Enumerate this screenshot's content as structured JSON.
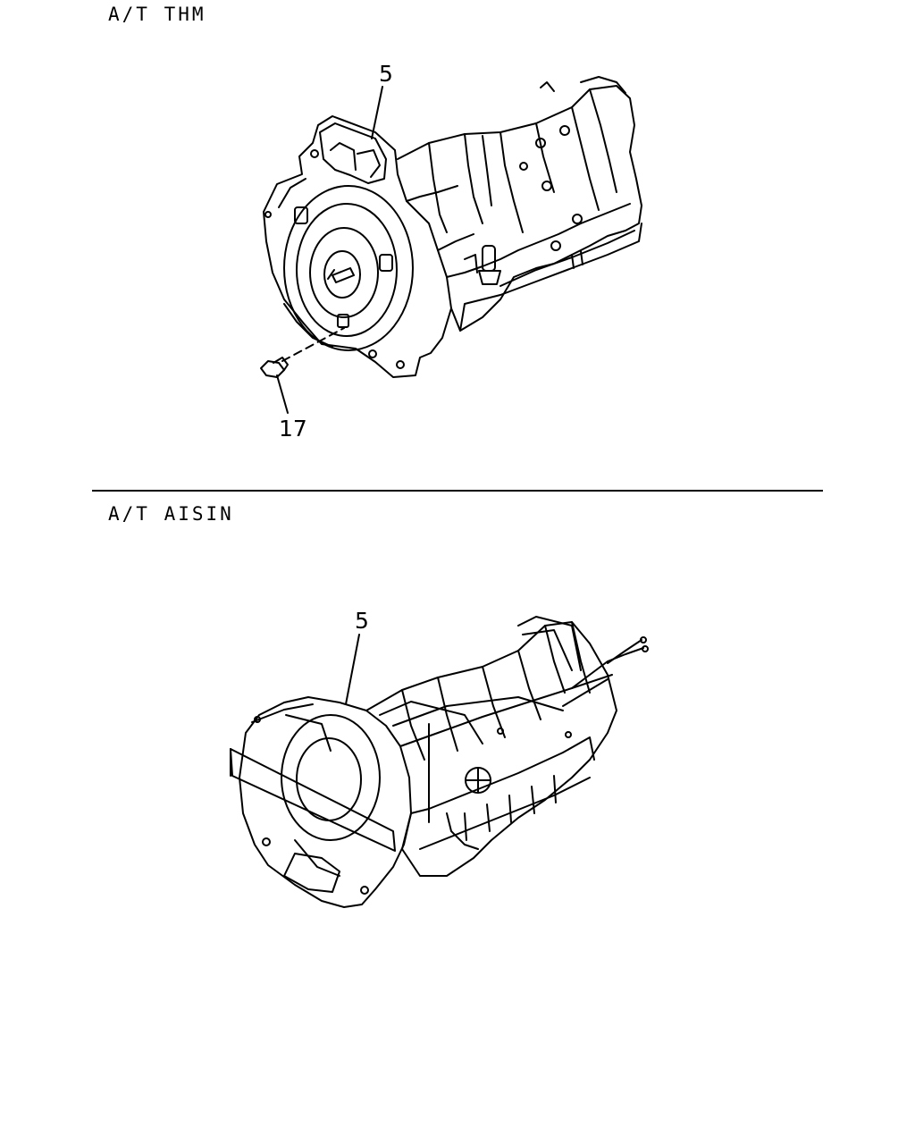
{
  "sections": [
    {
      "title": "A/T THM",
      "callouts": [
        {
          "number": "5",
          "part": "transmission-assembly"
        },
        {
          "number": "17",
          "part": "bolt"
        }
      ]
    },
    {
      "title": "A/T AISIN",
      "callouts": [
        {
          "number": "5",
          "part": "transmission-assembly"
        }
      ]
    }
  ],
  "colors": {
    "line": "#000000",
    "background": "#ffffff"
  }
}
